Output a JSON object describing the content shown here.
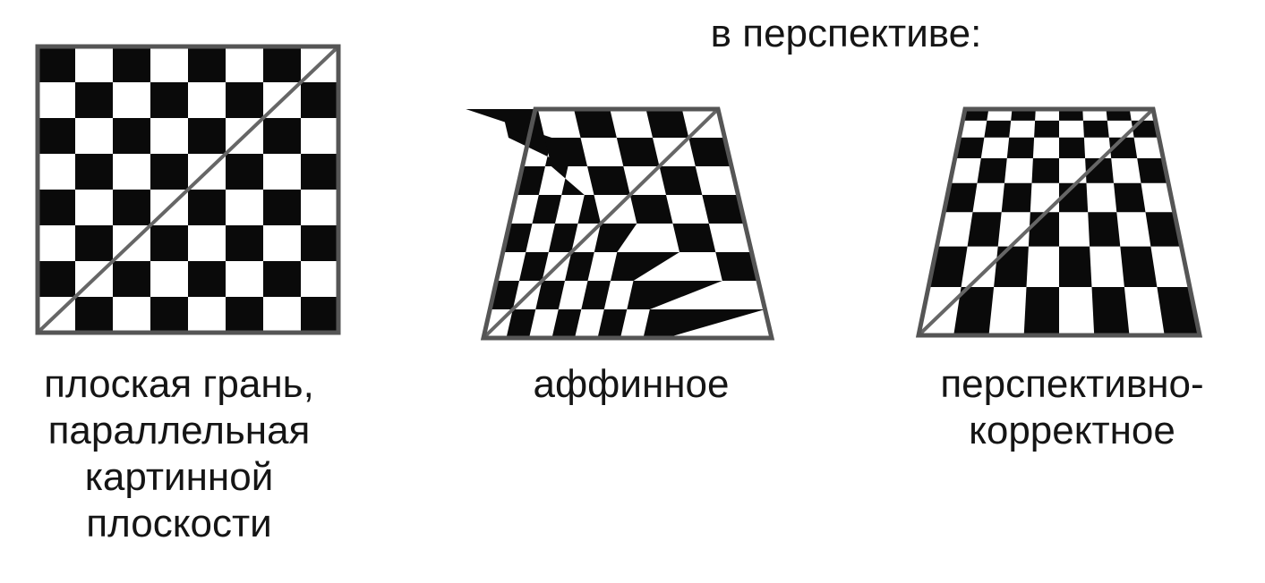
{
  "heading": "в перспективе:",
  "boards": {
    "flat": {
      "caption_lines": [
        "плоская грань,",
        "параллельная",
        "картинной",
        "плоскости"
      ]
    },
    "affine": {
      "caption_lines": [
        "аффинное"
      ]
    },
    "perspective": {
      "caption_lines": [
        "перспективно-",
        "корректное"
      ]
    }
  },
  "grid_size": 8,
  "colors": {
    "square_dark": "#0a0a0a",
    "square_light": "#ffffff",
    "frame": "#555555",
    "diagonal": "#666666"
  }
}
